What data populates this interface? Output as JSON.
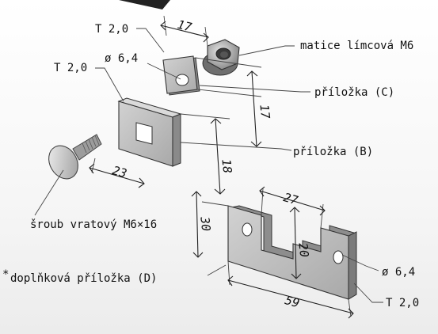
{
  "labels": {
    "nut": "matice límcová M6",
    "plate_c": "příložka (C)",
    "plate_b": "příložka (B)",
    "bolt": "šroub vratový M6×16",
    "plate_d": "doplňková příložka (D)",
    "asterisk": "*"
  },
  "dimensions": {
    "t_c": "T 2,0",
    "hole_c": "ø 6,4",
    "w17_top": "17",
    "h17": "17",
    "t_b": "T 2,0",
    "w23": "23",
    "h18": "18",
    "h30": "30",
    "w27": "27",
    "h20": "20",
    "w59": "59",
    "hole_d": "ø 6,4",
    "t_d": "T 2,0"
  },
  "colors": {
    "part_face": "#b8b8b8",
    "part_side": "#8c8c8c",
    "background": "#f4f4f4"
  }
}
